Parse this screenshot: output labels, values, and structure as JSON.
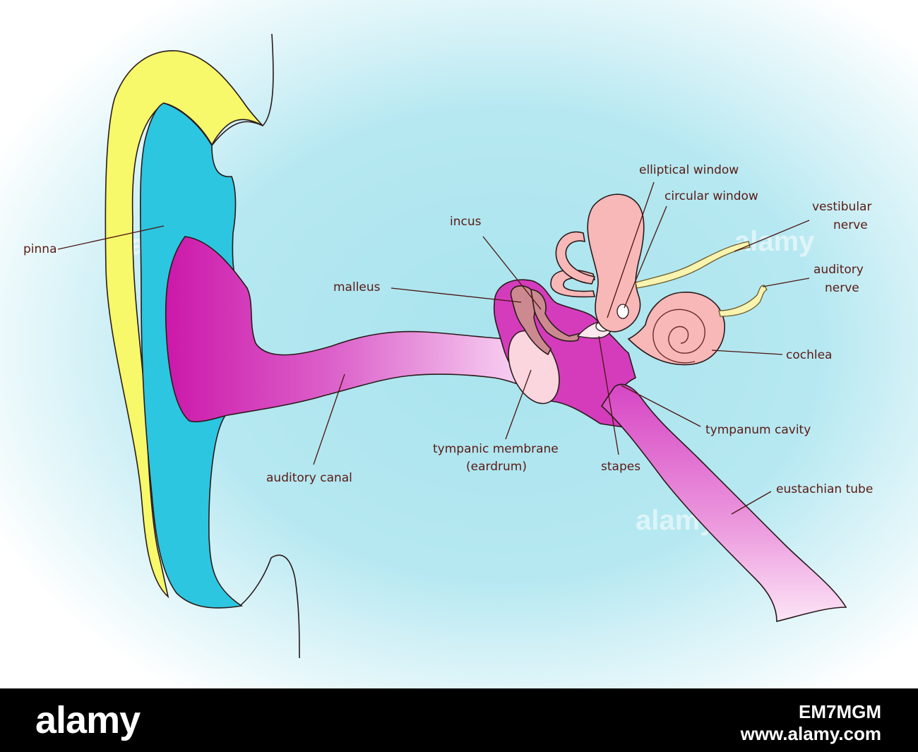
{
  "labels": {
    "pinna": "pinna",
    "incus": "incus",
    "malleus": "malleus",
    "elliptical_window": "elliptical window",
    "circular_window": "circular window",
    "vestibular_nerve_line1": "vestibular",
    "vestibular_nerve_line2": "nerve",
    "auditory_nerve_line1": "auditory",
    "auditory_nerve_line2": "nerve",
    "cochlea": "cochlea",
    "tympanum_cavity": "tympanum cavity",
    "tympanic_membrane_line1": "tympanic membrane",
    "tympanic_membrane_line2": "(eardrum)",
    "stapes": "stapes",
    "auditory_canal": "auditory canal",
    "eustachian_tube": "eustachian tube"
  },
  "watermark": "alamy",
  "footer": {
    "logo": "alamy",
    "image_code": "EM7MGM",
    "url": "www.alamy.com"
  },
  "colors": {
    "pinna_outer": "#f7f86a",
    "pinna_inner": "#2cc6e0",
    "canal": "#cc1aa8",
    "inner_ear": "#f8b8b8",
    "nerve": "#f8f4b0",
    "label_text": "#5a1a14"
  }
}
